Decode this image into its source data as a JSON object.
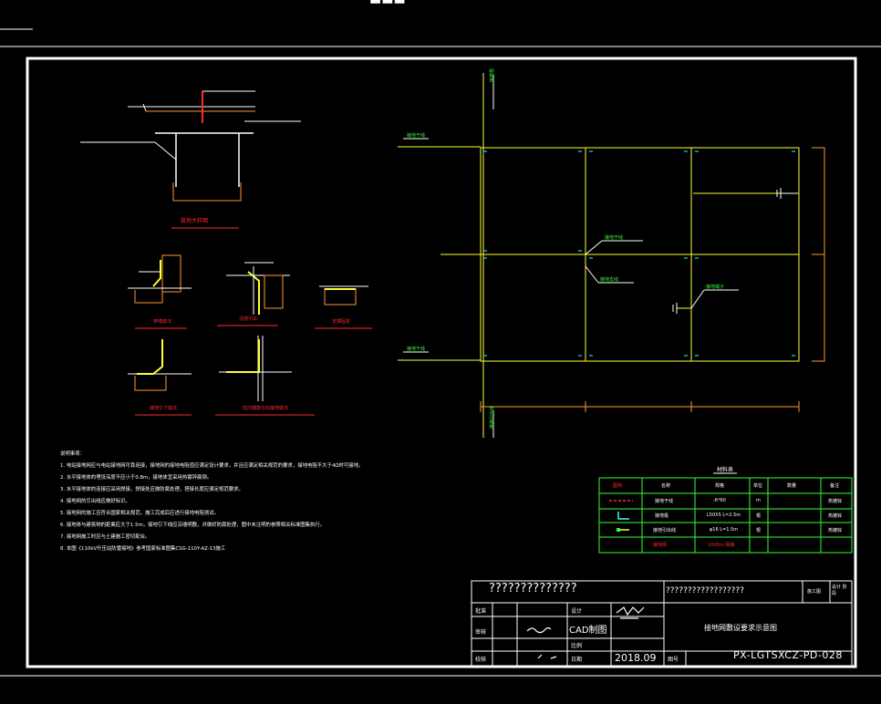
{
  "colors": {
    "background": "#000000",
    "frame": "#ffffff",
    "grid": "#ffff33",
    "green_label": "#33ff33",
    "orange": "#ff9933",
    "red": "#ff2a2a",
    "cyan": "#33ffff"
  },
  "drawing": {
    "top_title": "■■■",
    "details_caption_top": "接地大样图",
    "detail_captions": [
      "穿墙做法",
      "沿墙引出",
      "支撑固定",
      "接地引下做法",
      "柱内钢筋引出接地做法"
    ],
    "plan_labels": [
      "接地干线",
      "接地支线",
      "接地端子",
      "接地极",
      "接地引出线",
      "接地干线",
      "接地干线"
    ],
    "notes_title": "说明事项：",
    "notes": [
      "1. 电站接地网应与电站接地网可靠连接，接地网的接地电阻值应满足设计要求，并且应满足相关规范的要求，接地电阻不大于4Ω时可接地。",
      "2. 水平接地体的埋设深度不应小于0.8m，接地体宜采用热镀锌扁钢。",
      "3. 水平接地体的连接应采用焊接，焊接处应做防腐处理，搭接长度应满足规范要求。",
      "4. 接地网的引出线应做好标识。",
      "5. 接地网的施工应符合国家相关规范，施工完成后应进行接地电阻测试。",
      "6. 接地体与建筑物的距离应大于1.5m，接地引下线应沿墙明敷，并做好防腐处理，图中未注明的参照相关标准图集执行。",
      "7. 接地网施工时应与土建施工密切配合。",
      "8. 本图《110kV升压站防雷接地》参考国家标准图集CSG-110Y-AZ-13施工"
    ],
    "legend": {
      "title": "材料表",
      "headers": [
        "图例",
        "名称",
        "规格",
        "单位",
        "数量",
        "备注"
      ],
      "rows": [
        {
          "name": "接地干线",
          "spec": "-6*60",
          "unit": "m",
          "qty": "",
          "note": "热镀锌"
        },
        {
          "name": "接地极",
          "spec": "L50X5 L=2.5m",
          "unit": "根",
          "qty": "",
          "note": "热镀锌"
        },
        {
          "name": "接地引出线",
          "spec": "φ16 L=1.5m",
          "unit": "根",
          "qty": "",
          "note": "热镀锌"
        },
        {
          "name": "接地网",
          "spec": "10X5m 网格",
          "unit": "",
          "qty": "",
          "note": ""
        }
      ]
    }
  },
  "title_block": {
    "company": "??????????????",
    "project": "??????????????????",
    "stage": "施工图",
    "stage_right": "设计 阶段",
    "drawing_title": "接地网敷设要求示意图",
    "row_labels": [
      "批准",
      "审核",
      "校核"
    ],
    "col_labels": [
      "设计",
      "CAD制图",
      "比例",
      "日期",
      "图号"
    ],
    "cad_value": "CAD制图",
    "date": "2018.09",
    "drawing_no": "PX-LGTSXCZ-PD-028"
  }
}
